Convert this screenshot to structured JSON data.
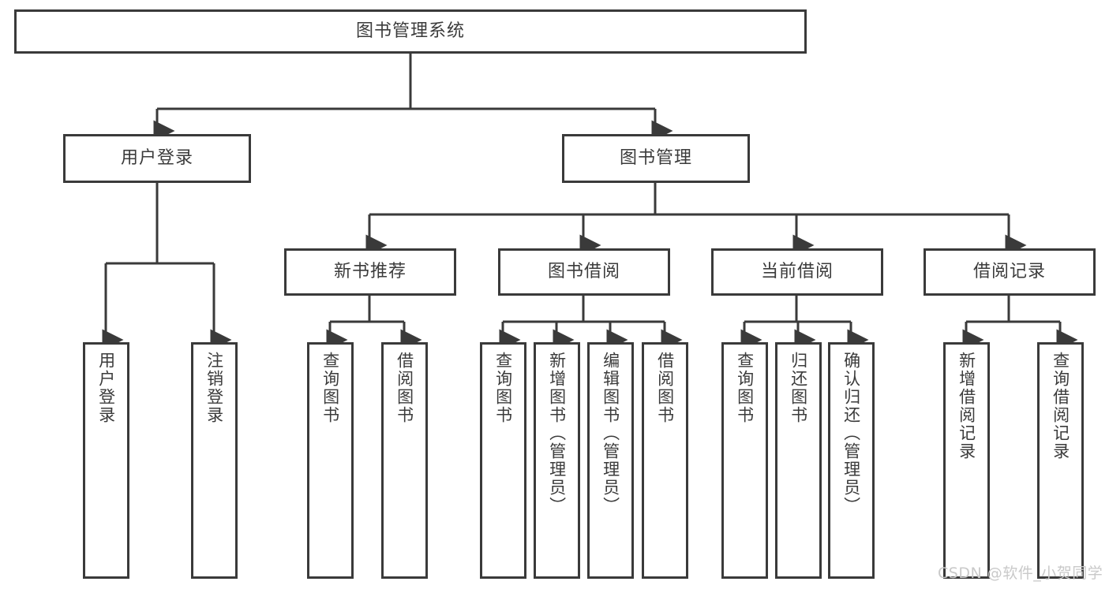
{
  "diagram": {
    "title": "图书管理系统",
    "type": "tree-hierarchy",
    "orientation": "top-down",
    "colors": {
      "box_border": "#3a3a3a",
      "box_fill": "#ffffff",
      "text": "#3b3b3b",
      "connector": "#3a3a3a",
      "watermark": "#c9c9c9",
      "background": "#ffffff"
    }
  },
  "root": {
    "label": "图书管理系统"
  },
  "level2": [
    {
      "label": "用户登录"
    },
    {
      "label": "图书管理"
    }
  ],
  "level3": [
    {
      "label": "新书推荐"
    },
    {
      "label": "图书借阅"
    },
    {
      "label": "当前借阅"
    },
    {
      "label": "借阅记录"
    }
  ],
  "leaves": {
    "user_login": [
      {
        "label": "用户登录"
      },
      {
        "label": "注销登录"
      }
    ],
    "new_book": [
      {
        "label": "查询图书"
      },
      {
        "label": "借阅图书"
      }
    ],
    "book_borrow": [
      {
        "label": "查询图书"
      },
      {
        "label": "新增图书（管理员）"
      },
      {
        "label": "编辑图书（管理员）"
      },
      {
        "label": "借阅图书"
      }
    ],
    "current_borrow": [
      {
        "label": "查询图书"
      },
      {
        "label": "归还图书"
      },
      {
        "label": "确认归还（管理员）"
      }
    ],
    "borrow_record": [
      {
        "label": "新增借阅记录"
      },
      {
        "label": "查询借阅记录"
      }
    ]
  },
  "watermark": {
    "text": "CSDN @软件_小贺同学"
  }
}
